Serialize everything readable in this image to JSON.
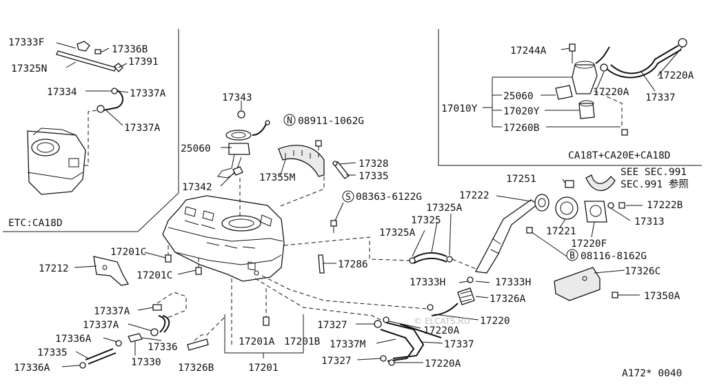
{
  "diagram": {
    "footer_code": "A172* 0040",
    "watermark": "© ELCATS.RU",
    "panels": {
      "left_panel_label": "ETC:CA18D",
      "right_panel_label": "CA18T+CA20E+CA18D"
    },
    "notes": {
      "see_sec_en": "SEE SEC.991",
      "see_sec_jp": "SEC.991 参照"
    },
    "callouts": {
      "circled_n": "N",
      "circled_s": "S",
      "circled_b": "B"
    },
    "labels": {
      "p17333F": "17333F",
      "p17336B": "17336B",
      "p17325N": "17325N",
      "p17391": "17391",
      "p17334": "17334",
      "p17337A_1": "17337A",
      "p17337A_2": "17337A",
      "p17343": "17343",
      "p08911": "08911-1062G",
      "p25060_1": "25060",
      "p17355M": "17355M",
      "p17328": "17328",
      "p17335_1": "17335",
      "p17342": "17342",
      "p08363": "08363-6122G",
      "p17244A": "17244A",
      "p17220A_r1": "17220A",
      "p17220A_r2": "17220A",
      "p25060_2": "25060",
      "p17010Y": "17010Y",
      "p17020Y": "17020Y",
      "p17260B": "17260B",
      "p17337_r": "17337",
      "p17251": "17251",
      "p17222": "17222",
      "p17222B": "17222B",
      "p17325A_1": "17325A",
      "p17325": "17325",
      "p17325A_2": "17325A",
      "p17221": "17221",
      "p17313": "17313",
      "p17220F": "17220F",
      "p08116": "08116-8162G",
      "p17201C_1": "17201C",
      "p17212": "17212",
      "p17201C_2": "17201C",
      "p17286": "17286",
      "p17326C": "17326C",
      "p17333H_1": "17333H",
      "p17333H_2": "17333H",
      "p17326A": "17326A",
      "p17350A": "17350A",
      "p17337A_3": "17337A",
      "p17337A_4": "17337A",
      "p17336A_1": "17336A",
      "p17336": "17336",
      "p17335_2": "17335",
      "p17330": "17330",
      "p17336A_2": "17336A",
      "p17326B": "17326B",
      "p17201A": "17201A",
      "p17201B": "17201B",
      "p17201": "17201",
      "p17327_1": "17327",
      "p17220A_b1": "17220A",
      "p17220": "17220",
      "p17337M": "17337M",
      "p17337_b": "17337",
      "p17327_2": "17327",
      "p17220A_b2": "17220A"
    }
  }
}
